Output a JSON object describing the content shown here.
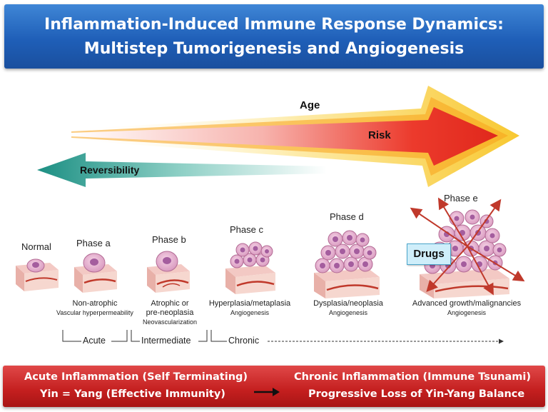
{
  "title": {
    "line1": "Inflammation-Induced Immune Response Dynamics:",
    "line2": "Multistep Tumorigenesis and Angiogenesis"
  },
  "arrows": {
    "age": "Age",
    "risk": "Risk",
    "reversibility": "Reversibility"
  },
  "phases": [
    {
      "label": "Normal"
    },
    {
      "label": "Phase a"
    },
    {
      "label": "Phase b"
    },
    {
      "label": "Phase c"
    },
    {
      "label": "Phase d"
    },
    {
      "label": "Phase e"
    }
  ],
  "descriptions": [
    {
      "main": "Non-atrophic",
      "sub": "Vascular hyperpermeability"
    },
    {
      "main": "Atrophic or",
      "main2": "pre-neoplasia",
      "sub": "Neovascularization"
    },
    {
      "main": "Hyperplasia/metaplasia",
      "sub": "Angiogenesis"
    },
    {
      "main": "Dysplasia/neoplasia",
      "sub": "Angiogenesis"
    },
    {
      "main": "Advanced growth/malignancies",
      "sub": "Angiogenesis"
    }
  ],
  "timeline": {
    "acute": "Acute",
    "intermediate": "Intermediate",
    "chronic": "Chronic"
  },
  "drugs": "Drugs",
  "bottom": {
    "left_line1": "Acute Inflammation (Self Terminating)",
    "left_line2": "Yin = Yang (Effective Immunity)",
    "right_line1": "Chronic Inflammation (Immune Tsunami)",
    "right_line2": "Progressive Loss of Yin-Yang Balance"
  },
  "colors": {
    "title_blue": "#1f5fb8",
    "bottom_red": "#c41f1f",
    "risk_red": "#e8302a",
    "reversibility_teal": "#2a9a8c"
  }
}
